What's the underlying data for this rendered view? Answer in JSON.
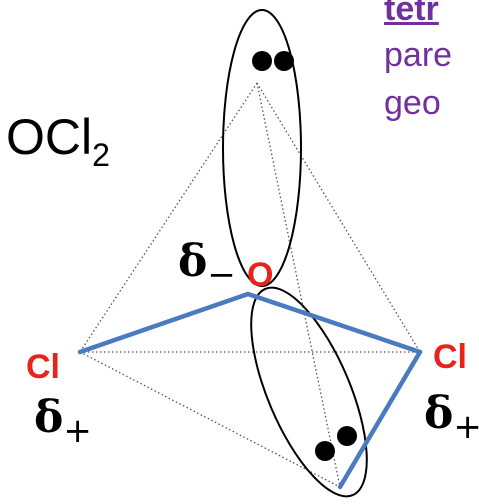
{
  "formula": {
    "main": "OCl",
    "sub": "2"
  },
  "atoms": {
    "center": "O",
    "left": "Cl",
    "right": "Cl"
  },
  "charges": {
    "oxygen": {
      "symbol": "δ",
      "sign": "−"
    },
    "chlorine_left": {
      "symbol": "δ",
      "sign": "+"
    },
    "chlorine_right": {
      "symbol": "δ",
      "sign": "+"
    }
  },
  "cut_off_text": {
    "title": "tetr",
    "line1": "pare",
    "line2": "geo"
  },
  "colors": {
    "atom_label": "#e8231c",
    "bond": "#4a7abf",
    "cut_text": "#7030a0",
    "outline": "#000000"
  }
}
